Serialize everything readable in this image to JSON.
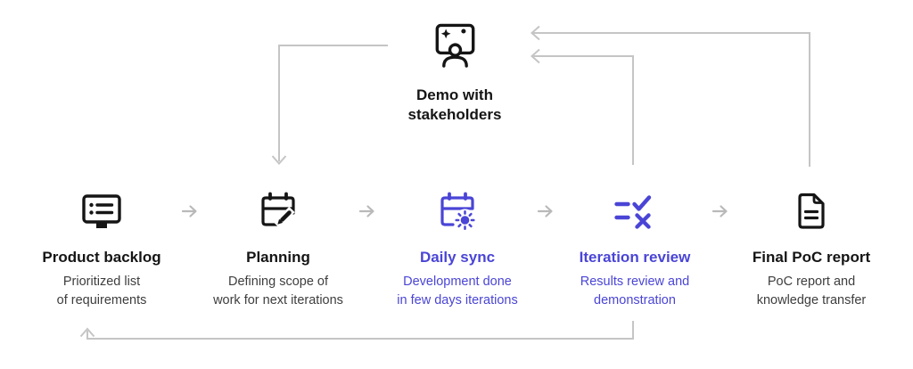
{
  "colors": {
    "accent_blue": "#4a45d6",
    "icon_black": "#151515",
    "subtitle_gray": "#3e3e3e",
    "connector_gray": "#c5c5c5",
    "flow_arrow_gray": "#b9b9b9",
    "background": "#ffffff"
  },
  "demo": {
    "title": "Demo with\nstakeholders",
    "icon": "presentation-audience-icon"
  },
  "stages": [
    {
      "id": "product-backlog",
      "title": "Product backlog",
      "subtitle": "Prioritized list\nof requirements",
      "accent": false,
      "icon": "monitor-list-icon"
    },
    {
      "id": "planning",
      "title": "Planning",
      "subtitle": "Defining scope of\nwork for next iterations",
      "accent": false,
      "icon": "calendar-pencil-icon"
    },
    {
      "id": "daily-sync",
      "title": "Daily sync",
      "subtitle": "Development done\nin few days iterations",
      "accent": true,
      "icon": "calendar-sun-icon"
    },
    {
      "id": "iteration-review",
      "title": "Iteration review",
      "subtitle": "Results review and\ndemonstration",
      "accent": true,
      "icon": "check-cross-list-icon"
    },
    {
      "id": "final-poc-report",
      "title": "Final PoC report",
      "subtitle": "PoC report and\nknowledge transfer",
      "accent": false,
      "icon": "document-report-icon"
    }
  ],
  "connections": [
    {
      "from": "demo-with-stakeholders",
      "to": "planning"
    },
    {
      "from": "iteration-review",
      "to": "demo-with-stakeholders"
    },
    {
      "from": "final-poc-report",
      "to": "demo-with-stakeholders"
    },
    {
      "from": "iteration-review",
      "to": "product-backlog"
    }
  ]
}
